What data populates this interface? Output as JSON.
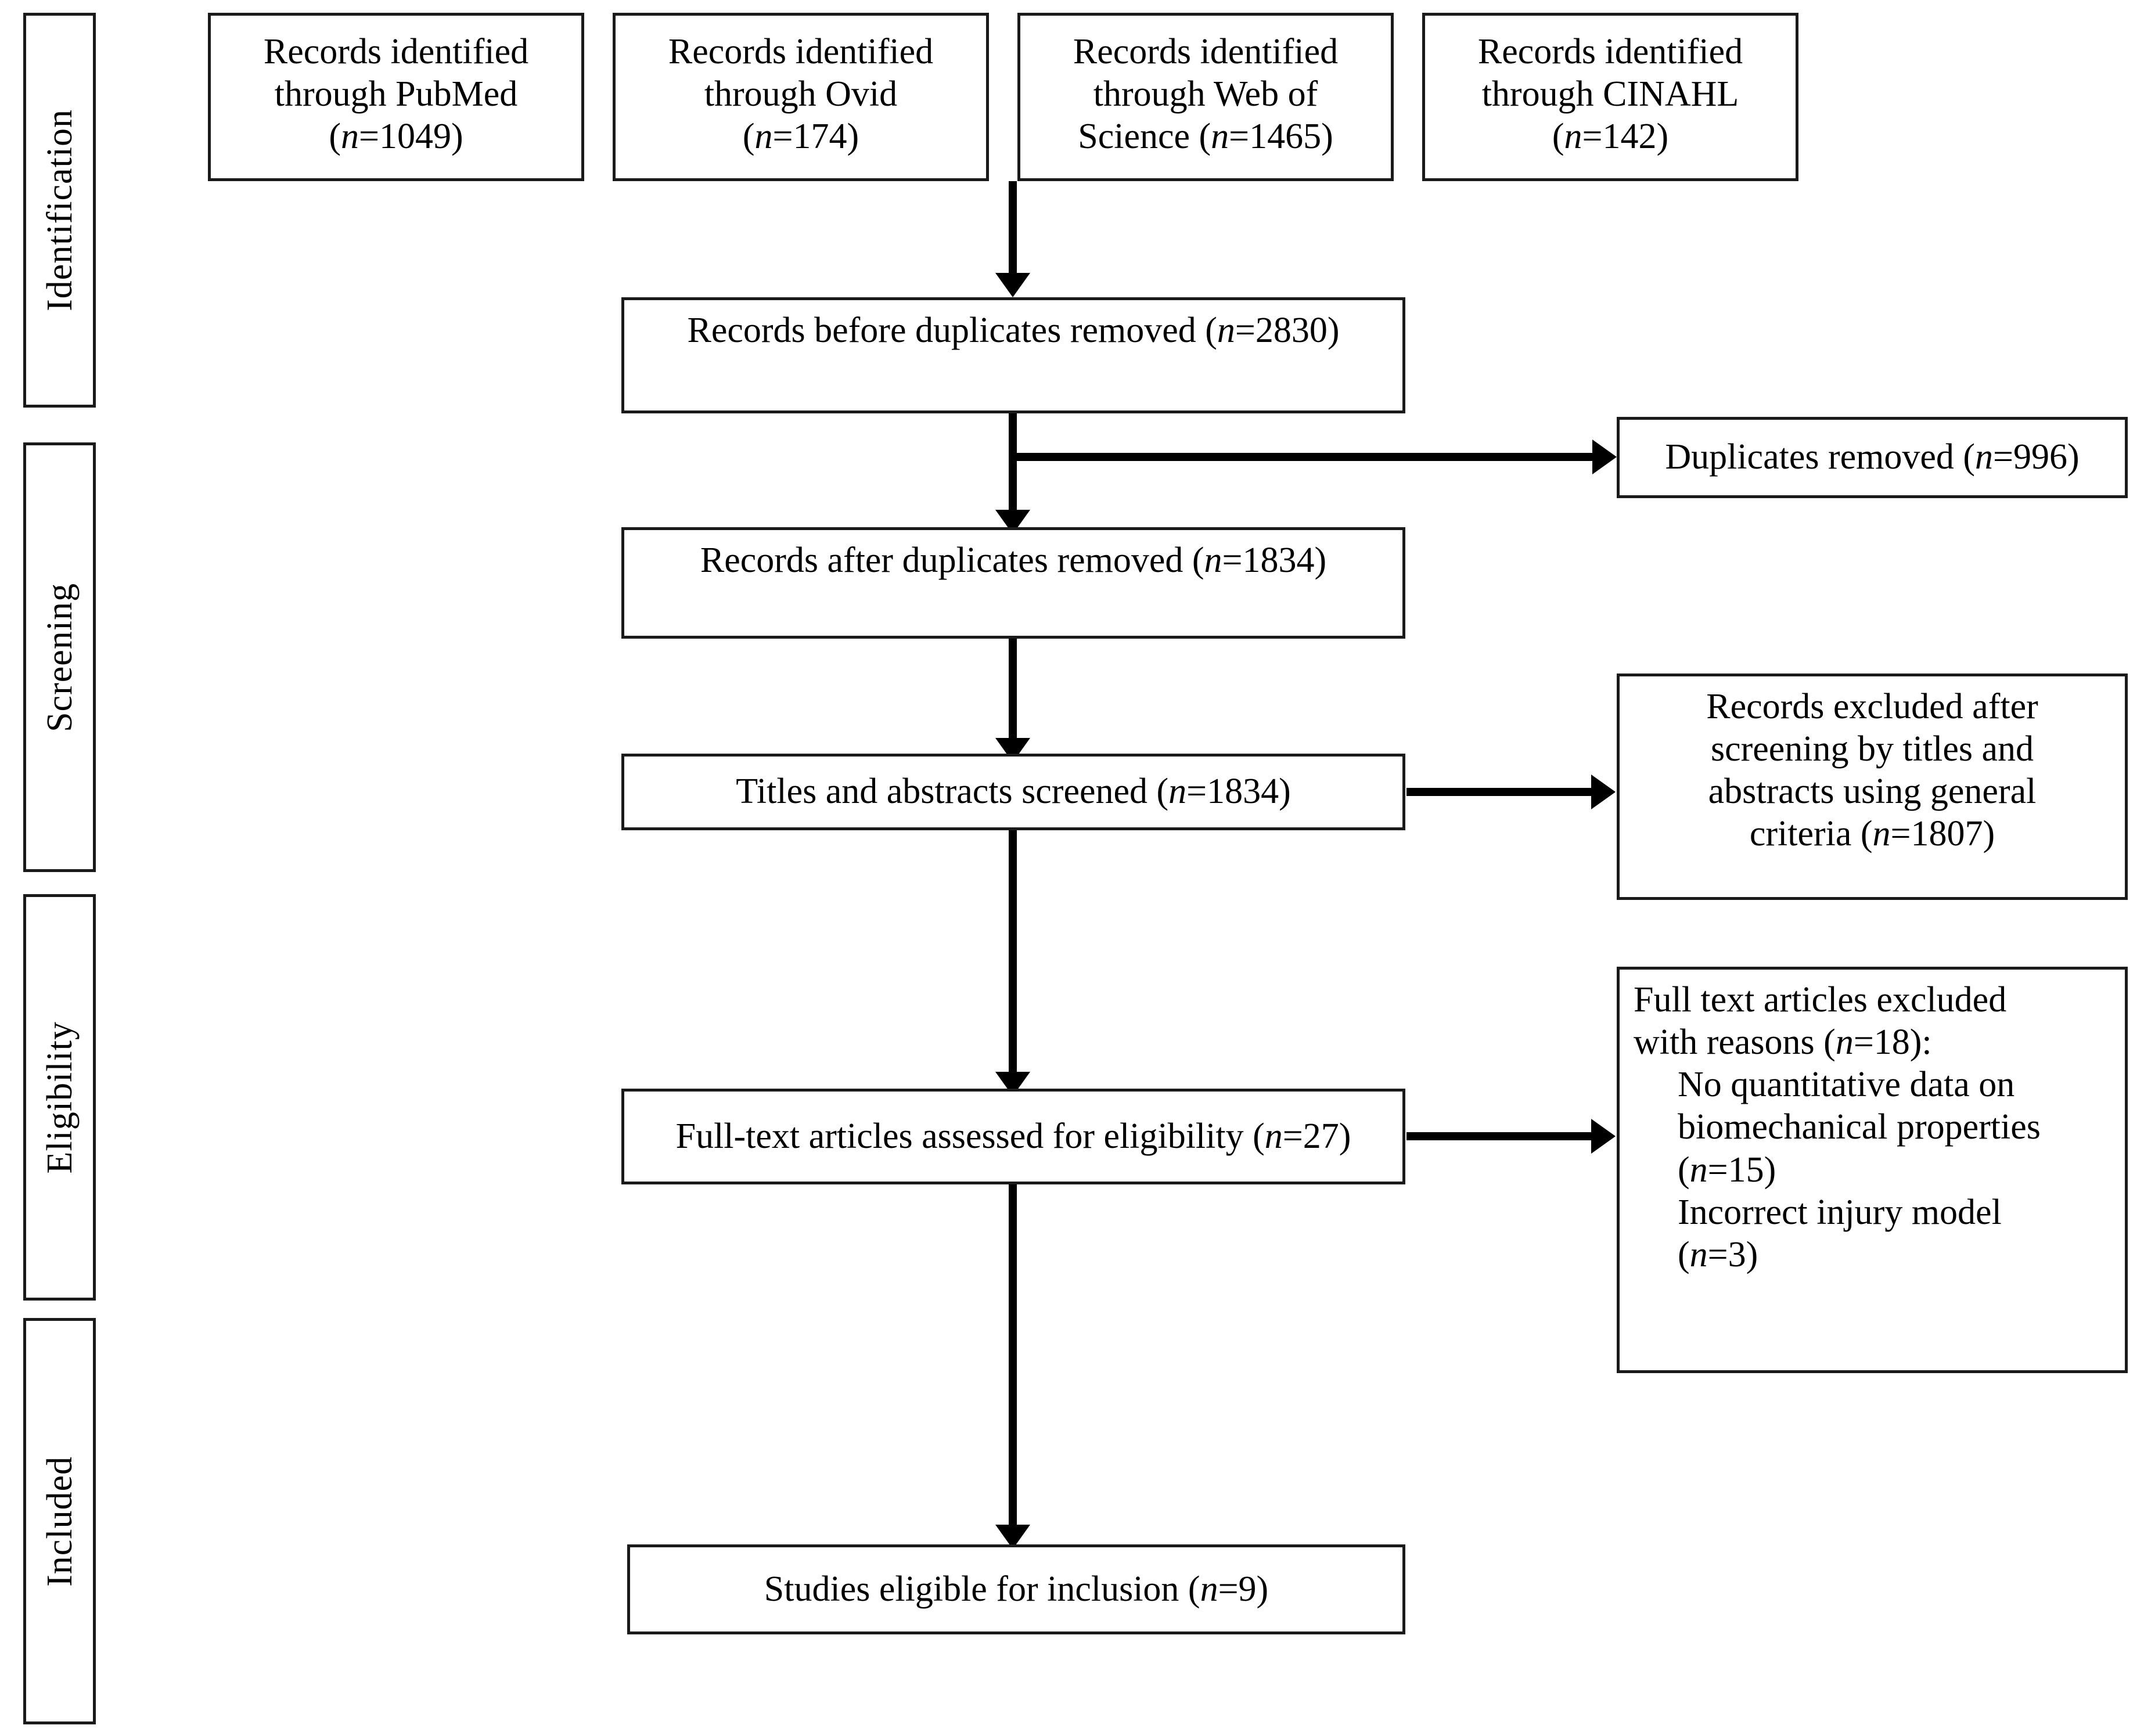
{
  "diagram": {
    "title": "PRISMA study selection flow diagram",
    "line_color": "#000000",
    "box_border_color": "#1a1a1a",
    "background": "#ffffff"
  },
  "stages": [
    {
      "label": "Identification"
    },
    {
      "label": "Screening"
    },
    {
      "label": "Eligibility"
    },
    {
      "label": "Included"
    }
  ],
  "sources": [
    {
      "line1": "Records identified",
      "line2": "through PubMed",
      "n_prefix": "(",
      "n_italic": "n",
      "n_value": "=1049)"
    },
    {
      "line1": "Records identified",
      "line2": "through Ovid",
      "n_prefix": "(",
      "n_italic": "n",
      "n_value": "=174)"
    },
    {
      "line1": "Records identified",
      "line2": "through Web of",
      "line3_pre": "Science (",
      "n_italic": "n",
      "n_value": "=1465)"
    },
    {
      "line1": "Records identified",
      "line2": "through CINAHL",
      "n_prefix": "(",
      "n_italic": "n",
      "n_value": "=142)"
    }
  ],
  "flow": {
    "before_duplicates": {
      "text_pre": "Records before duplicates removed (",
      "n_italic": "n",
      "text_post": "=2830)"
    },
    "duplicates_removed": {
      "text_pre": "Duplicates removed (",
      "n_italic": "n",
      "text_post": "=996)"
    },
    "after_duplicates": {
      "text_pre": "Records after duplicates removed (",
      "n_italic": "n",
      "text_post": "=1834)"
    },
    "titles_screened": {
      "text_pre": "Titles and abstracts screened (",
      "n_italic": "n",
      "text_post": "=1834)"
    },
    "records_excluded": {
      "line1": "Records excluded after",
      "line2": "screening by titles and",
      "line3": "abstracts using general",
      "line4_pre": "criteria (",
      "n_italic": "n",
      "line4_post": "=1807)"
    },
    "fulltext_assessed": {
      "text_pre": "Full-text articles assessed for eligibility (",
      "n_italic": "n",
      "text_post": "=27)"
    },
    "fulltext_excluded": {
      "line1": "Full text articles excluded",
      "line2_pre": "with reasons (",
      "n_italic_1": "n",
      "line2_post": "=18):",
      "reason1_line1": "No quantitative data on",
      "reason1_line2": "biomechanical properties",
      "reason1_n_pre": "(",
      "n_italic_2": "n",
      "reason1_n_post": "=15)",
      "reason2_line1": "Incorrect injury model",
      "reason2_n_pre": "(",
      "n_italic_3": "n",
      "reason2_n_post": "=3)"
    },
    "included": {
      "text_pre": "Studies eligible for inclusion (",
      "n_italic": "n",
      "text_post": "=9)"
    }
  }
}
